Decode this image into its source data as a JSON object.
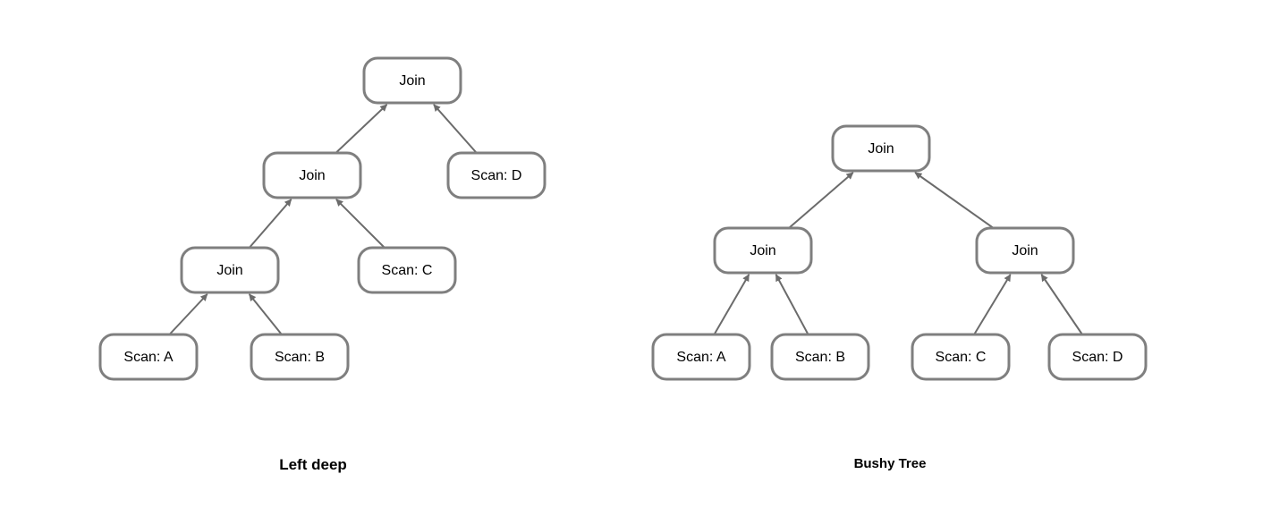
{
  "diagrams": [
    {
      "id": "left-deep",
      "caption": "Left deep",
      "nodes": [
        {
          "id": "j1",
          "label": "Join"
        },
        {
          "id": "j2",
          "label": "Join"
        },
        {
          "id": "sd",
          "label": "Scan: D"
        },
        {
          "id": "j3",
          "label": "Join"
        },
        {
          "id": "sc",
          "label": "Scan: C"
        },
        {
          "id": "sa",
          "label": "Scan: A"
        },
        {
          "id": "sb",
          "label": "Scan: B"
        }
      ],
      "edges": [
        {
          "from": "j2",
          "to": "j1"
        },
        {
          "from": "sd",
          "to": "j1"
        },
        {
          "from": "j3",
          "to": "j2"
        },
        {
          "from": "sc",
          "to": "j2"
        },
        {
          "from": "sa",
          "to": "j3"
        },
        {
          "from": "sb",
          "to": "j3"
        }
      ]
    },
    {
      "id": "bushy-tree",
      "caption": "Bushy Tree",
      "nodes": [
        {
          "id": "j1",
          "label": "Join"
        },
        {
          "id": "jl",
          "label": "Join"
        },
        {
          "id": "jr",
          "label": "Join"
        },
        {
          "id": "sa",
          "label": "Scan: A"
        },
        {
          "id": "sb",
          "label": "Scan: B"
        },
        {
          "id": "sc",
          "label": "Scan: C"
        },
        {
          "id": "sd",
          "label": "Scan: D"
        }
      ],
      "edges": [
        {
          "from": "jl",
          "to": "j1"
        },
        {
          "from": "jr",
          "to": "j1"
        },
        {
          "from": "sa",
          "to": "jl"
        },
        {
          "from": "sb",
          "to": "jl"
        },
        {
          "from": "sc",
          "to": "jr"
        },
        {
          "from": "sd",
          "to": "jr"
        }
      ]
    }
  ]
}
